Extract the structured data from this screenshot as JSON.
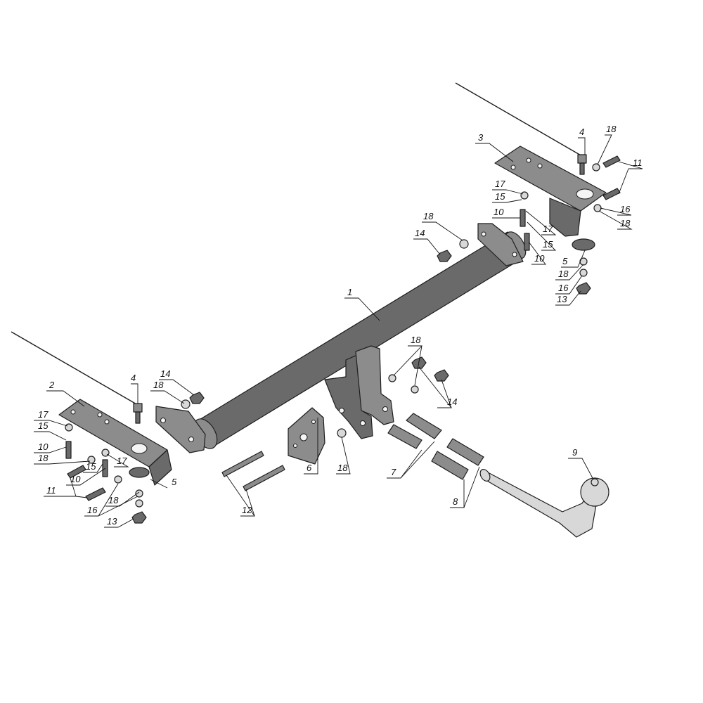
{
  "colors": {
    "steel": "#6a6a6a",
    "steel_light": "#8c8c8c",
    "chrome": "#d8d8d8",
    "line": "#1e1e1e",
    "background": "#ffffff"
  },
  "callouts": [
    {
      "id": "c1",
      "label": "1"
    },
    {
      "id": "c2",
      "label": "2"
    },
    {
      "id": "c3",
      "label": "3"
    },
    {
      "id": "c4a",
      "label": "4"
    },
    {
      "id": "c4b",
      "label": "4"
    },
    {
      "id": "c5a",
      "label": "5"
    },
    {
      "id": "c5b",
      "label": "5"
    },
    {
      "id": "c6",
      "label": "6"
    },
    {
      "id": "c7",
      "label": "7"
    },
    {
      "id": "c8",
      "label": "8"
    },
    {
      "id": "c9",
      "label": "9"
    },
    {
      "id": "c10a",
      "label": "10"
    },
    {
      "id": "c10b",
      "label": "10"
    },
    {
      "id": "c10c",
      "label": "10"
    },
    {
      "id": "c10d",
      "label": "10"
    },
    {
      "id": "c11a",
      "label": "11"
    },
    {
      "id": "c11b",
      "label": "11"
    },
    {
      "id": "c12",
      "label": "12"
    },
    {
      "id": "c13a",
      "label": "13"
    },
    {
      "id": "c13b",
      "label": "13"
    },
    {
      "id": "c14a",
      "label": "14"
    },
    {
      "id": "c14b",
      "label": "14"
    },
    {
      "id": "c14c",
      "label": "14"
    },
    {
      "id": "c15a",
      "label": "15"
    },
    {
      "id": "c15b",
      "label": "15"
    },
    {
      "id": "c15c",
      "label": "15"
    },
    {
      "id": "c15d",
      "label": "15"
    },
    {
      "id": "c16a",
      "label": "16"
    },
    {
      "id": "c16b",
      "label": "16"
    },
    {
      "id": "c16c",
      "label": "16"
    },
    {
      "id": "c17a",
      "label": "17"
    },
    {
      "id": "c17b",
      "label": "17"
    },
    {
      "id": "c17c",
      "label": "17"
    },
    {
      "id": "c17d",
      "label": "17"
    },
    {
      "id": "c18a",
      "label": "18"
    },
    {
      "id": "c18b",
      "label": "18"
    },
    {
      "id": "c18c",
      "label": "18"
    },
    {
      "id": "c18d",
      "label": "18"
    },
    {
      "id": "c18e",
      "label": "18"
    },
    {
      "id": "c18f",
      "label": "18"
    },
    {
      "id": "c18g",
      "label": "18"
    },
    {
      "id": "c18h",
      "label": "18"
    },
    {
      "id": "c18i",
      "label": "18"
    }
  ]
}
